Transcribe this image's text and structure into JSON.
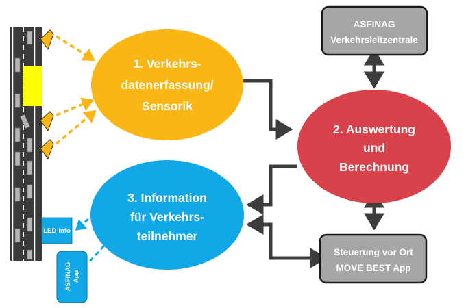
{
  "diagram": {
    "nodes": {
      "sensing": {
        "lines": [
          "1. Verkehrs-",
          "datenerfassung/",
          "Sensorik"
        ],
        "color": "#F9B615"
      },
      "evaluation": {
        "lines": [
          "2. Auswertung",
          "und",
          "Berechnung"
        ],
        "color": "#D9424A"
      },
      "information": {
        "lines": [
          "3. Information",
          "für Verkehrs-",
          "teilnehmer"
        ],
        "color": "#12A8E8"
      },
      "control_center": {
        "lines": [
          "ASFINAG",
          "Verkehrsleitzentrale"
        ],
        "color": "#A6A6A6"
      },
      "local_control": {
        "lines": [
          "Steuerung vor Ort",
          "MOVE BEST App"
        ],
        "color": "#A6A6A6"
      },
      "led_info": {
        "label": "LED-Info",
        "color": "#12A8E8"
      },
      "asfinag_app": {
        "lines": [
          "ASFINAG",
          "App"
        ],
        "color": "#12A8E8"
      }
    },
    "colors": {
      "road": "#3A3A3A",
      "lane_marking": "#ffffff",
      "vehicle": "#B5B5B5",
      "work_zone": "#FFFF00",
      "sensor": "#F9B615",
      "connector": "#3D3D3D",
      "sensor_arrow": "#F9B615",
      "info_arrow": "#12A8E8"
    }
  }
}
